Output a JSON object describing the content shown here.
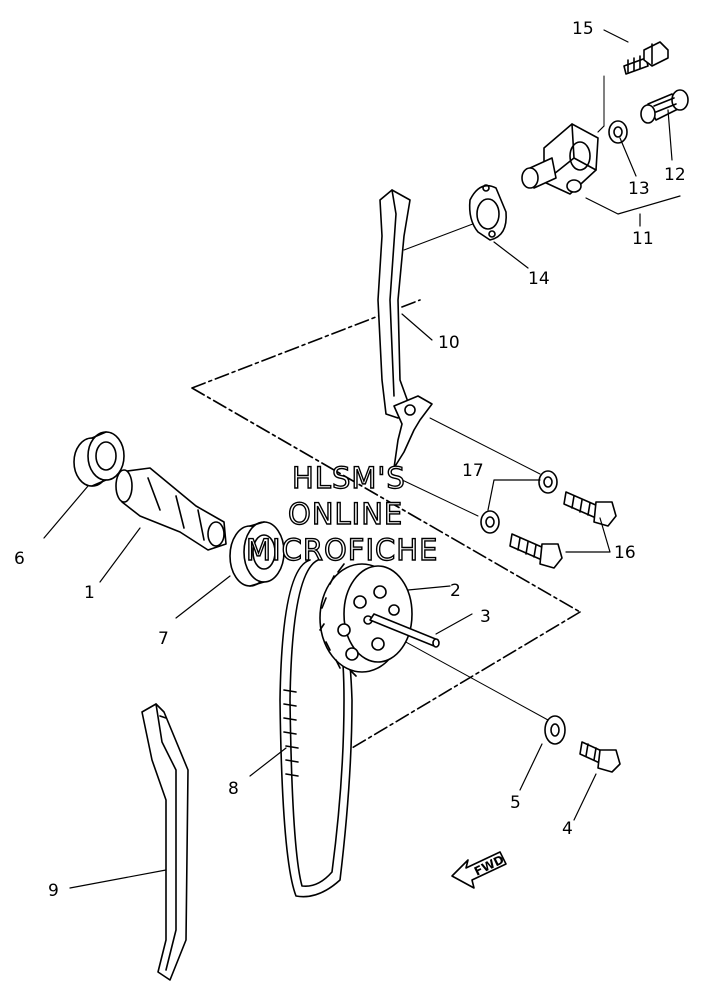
{
  "labels": {
    "p1": "1",
    "p2": "2",
    "p3": "3",
    "p4": "4",
    "p5": "5",
    "p6": "6",
    "p7": "7",
    "p8": "8",
    "p9": "9",
    "p10": "10",
    "p11": "11",
    "p12": "12",
    "p13": "13",
    "p14": "14",
    "p15": "15",
    "p16": "16",
    "p17": "17"
  },
  "watermark": {
    "line1": "HLSM'S",
    "line2": "ONLINE",
    "line3": "MICROFICHE"
  },
  "fwd_arrow": "FWD"
}
